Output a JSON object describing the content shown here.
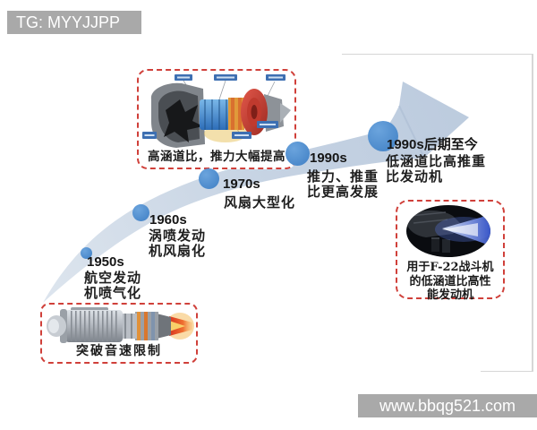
{
  "watermark_top": {
    "text": "TG: MYYJJPP"
  },
  "watermark_bottom": {
    "text": "www.bbqg521.com"
  },
  "title_hint": "Jet engine development timeline",
  "timeline": {
    "milestones": [
      {
        "label": "1950s",
        "lines": [
          "航空发动",
          "机喷气化"
        ]
      },
      {
        "label": "1960s",
        "lines": [
          "涡喷发动",
          "机风扇化"
        ]
      },
      {
        "label": "1970s",
        "lines": [
          "风扇大型化"
        ]
      },
      {
        "label": "1990s",
        "lines": [
          "推力、推重",
          "比更高发展"
        ]
      },
      {
        "label": "1990s后期至今",
        "lines": [
          "低涵道比高推重",
          "比发动机"
        ]
      }
    ]
  },
  "callouts": {
    "high_bypass": {
      "caption": "高涵道比，推力大幅提高"
    },
    "supersonic": {
      "caption": "突破音速限制"
    },
    "f22": {
      "lines": [
        "用于F-22战斗机",
        "的低涵道比高性",
        "能发动机"
      ]
    }
  },
  "colors": {
    "milestone_circle": "#4a8ed3",
    "arrow_body": "#c4d2e3",
    "callout_border": "#d0403a",
    "watermark_bg": "#a9a9a9",
    "f22_flame": "#4b6ce0"
  }
}
